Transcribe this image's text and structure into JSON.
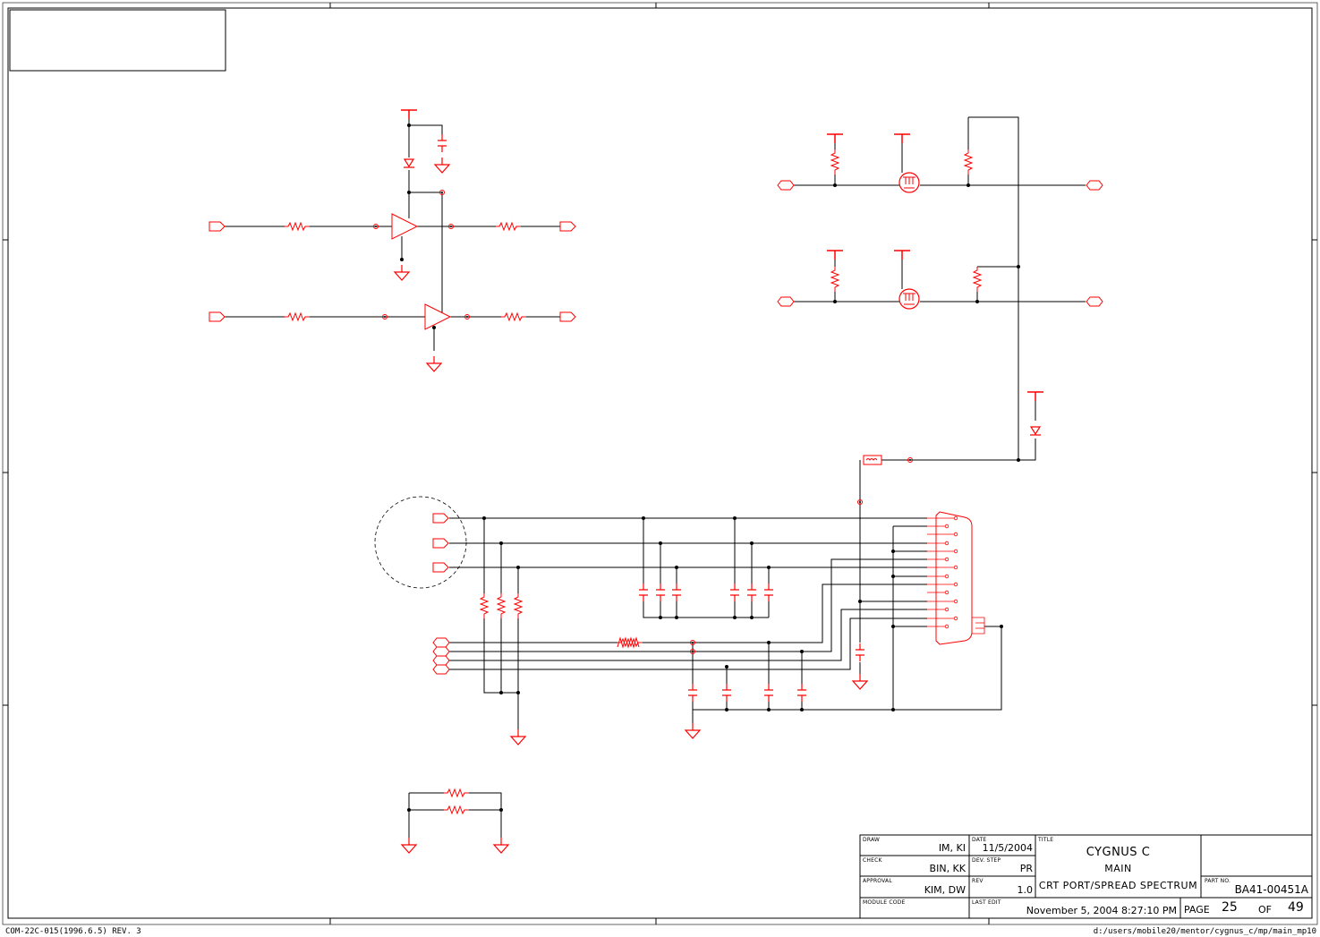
{
  "title_block": {
    "draw_label": "DRAW",
    "draw_value": "IM, KI",
    "check_label": "CHECK",
    "check_value": "BIN, KK",
    "approval_label": "APPROVAL",
    "approval_value": "KIM, DW",
    "module_code_label": "MODULE CODE",
    "date_label": "DATE",
    "date_value": "11/5/2004",
    "dev_step_label": "DEV. STEP",
    "dev_step_value": "PR",
    "rev_label": "REV",
    "rev_value": "1.0",
    "last_edit_label": "LAST EDIT",
    "last_edit_value": "November 5, 2004  8:27:10 PM",
    "title_label": "TITLE",
    "title_line1": "CYGNUS C",
    "title_line2": "MAIN",
    "title_line3": "CRT PORT/SPREAD SPECTRUM",
    "part_no_label": "PART NO.",
    "part_no_value": "BA41-00451A",
    "page_label": "PAGE",
    "page_value": "25",
    "of_label": "OF",
    "total_pages": "49"
  },
  "footer": {
    "form_code": "COM-22C-015(1996.6.5) REV. 3",
    "file_path": "d:/users/mobile20/mentor/cygnus_c/mp/main_mp10"
  },
  "colors": {
    "component": "#ff0000",
    "wire": "#000000",
    "frame": "#000000"
  }
}
